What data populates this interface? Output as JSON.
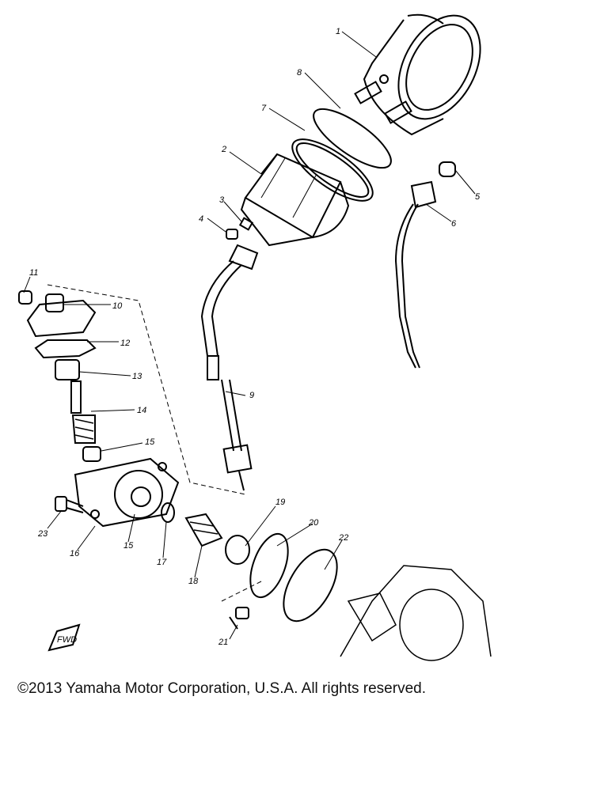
{
  "parts": [
    {
      "id": "part-1",
      "label": "1"
    },
    {
      "id": "part-2",
      "label": "2"
    },
    {
      "id": "part-3",
      "label": "3"
    },
    {
      "id": "part-4",
      "label": "4"
    },
    {
      "id": "part-5",
      "label": "5"
    },
    {
      "id": "part-6",
      "label": "6"
    },
    {
      "id": "part-7",
      "label": "7"
    },
    {
      "id": "part-8",
      "label": "8"
    },
    {
      "id": "part-9",
      "label": "9"
    },
    {
      "id": "part-10",
      "label": "10"
    },
    {
      "id": "part-11",
      "label": "11"
    },
    {
      "id": "part-12",
      "label": "12"
    },
    {
      "id": "part-13",
      "label": "13"
    },
    {
      "id": "part-14",
      "label": "14"
    },
    {
      "id": "part-15a",
      "label": "15"
    },
    {
      "id": "part-15b",
      "label": "15"
    },
    {
      "id": "part-16",
      "label": "16"
    },
    {
      "id": "part-17",
      "label": "17"
    },
    {
      "id": "part-18",
      "label": "18"
    },
    {
      "id": "part-19",
      "label": "19"
    },
    {
      "id": "part-20",
      "label": "20"
    },
    {
      "id": "part-21",
      "label": "21"
    },
    {
      "id": "part-22",
      "label": "22"
    },
    {
      "id": "part-23",
      "label": "23"
    }
  ],
  "fwd_marker": "FWD",
  "copyright": "©2013 Yamaha Motor Corporation, U.S.A. All rights reserved."
}
